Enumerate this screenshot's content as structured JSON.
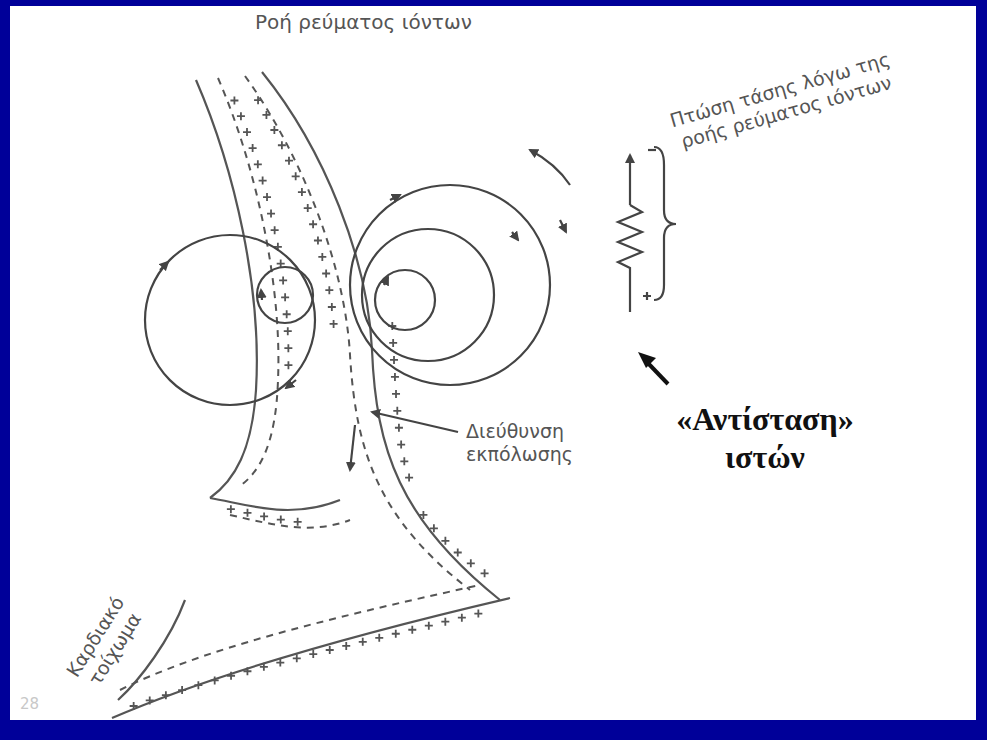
{
  "diagram": {
    "labels": [
      "Ροή ρεύματος ιόντων",
      "Πτώση τάσης λόγω της ροής ρεύματος ιόντων",
      "Διεύθυνση εκπόλωσης",
      "Καρδιακό τοίχωμα",
      "«Αντίσταση» ιστών",
      "28"
    ]
  }
}
